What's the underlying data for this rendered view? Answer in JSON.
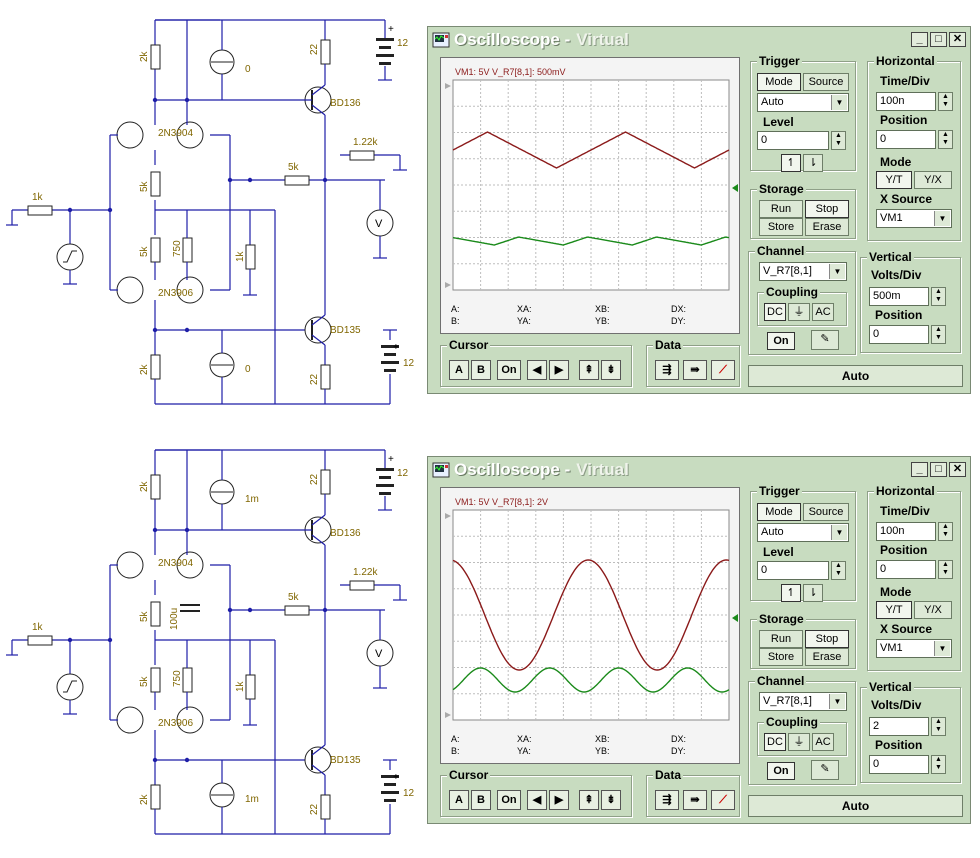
{
  "schematics": [
    {
      "labels": {
        "r_top_left": "2k",
        "isrc_top_val": "0",
        "r_top_collector": "22",
        "supply_top": "12",
        "q_top_npn": "BD136",
        "r_load": "1.22k",
        "r_input": "1k",
        "r_fb": "5k",
        "diff_npn": "2N3904",
        "r_mid_left": "5k",
        "r_low_left": "5k",
        "r_750": "750",
        "r_1k": "1k",
        "diff_pnp": "2N3906",
        "q_bot": "BD135",
        "r_bot_left": "2k",
        "isrc_bot_val": "0",
        "r_bot_collector": "22",
        "supply_bot": "12",
        "cap": ""
      }
    },
    {
      "labels": {
        "r_top_left": "2k",
        "isrc_top_val": "1m",
        "r_top_collector": "22",
        "supply_top": "12",
        "q_top_npn": "BD136",
        "r_load": "1.22k",
        "r_input": "1k",
        "r_fb": "5k",
        "diff_npn": "2N3904",
        "r_mid_left": "5k",
        "r_low_left": "5k",
        "r_750": "750",
        "r_1k": "1k",
        "diff_pnp": "2N3906",
        "q_bot": "BD135",
        "r_bot_left": "2k",
        "isrc_bot_val": "1m",
        "r_bot_collector": "22",
        "supply_bot": "12",
        "cap": "100u"
      }
    }
  ],
  "windows": [
    {
      "title": "Oscilloscope",
      "title_sep": "-",
      "subtitle": "Virtual",
      "header_text": "VM1: 5V   V_R7[8,1]: 500mV",
      "cursor_readouts": {
        "a": "A:",
        "b": "B:",
        "xa": "XA:",
        "ya": "YA:",
        "xb": "XB:",
        "yb": "YB:",
        "dx": "DX:",
        "dy": "DY:"
      },
      "trigger": {
        "label": "Trigger",
        "mode": "Mode",
        "source": "Source",
        "mode_value": "Auto",
        "level_label": "Level",
        "level_value": "0"
      },
      "horizontal": {
        "label": "Horizontal",
        "timediv_label": "Time/Div",
        "timediv_value": "100n",
        "position_label": "Position",
        "position_value": "0",
        "mode_label": "Mode",
        "yt": "Y/T",
        "yx": "Y/X",
        "xsource_label": "X Source",
        "xsource_value": "VM1"
      },
      "storage": {
        "label": "Storage",
        "run": "Run",
        "stop": "Stop",
        "store": "Store",
        "erase": "Erase"
      },
      "channel": {
        "label": "Channel",
        "value": "V_R7[8,1]",
        "coupling_label": "Coupling",
        "dc": "DC",
        "ac": "AC",
        "on": "On"
      },
      "vertical": {
        "label": "Vertical",
        "voltsdiv_label": "Volts/Div",
        "voltsdiv_value": "500m",
        "position_label": "Position",
        "position_value": "0"
      },
      "cursor": {
        "label": "Cursor",
        "a": "A",
        "b": "B",
        "on": "On"
      },
      "data": {
        "label": "Data"
      },
      "auto": "Auto",
      "colors": {
        "ch1": "#8b1a1a",
        "ch2": "#1a8a1a"
      }
    },
    {
      "title": "Oscilloscope",
      "title_sep": "-",
      "subtitle": "Virtual",
      "header_text": "VM1: 5V   V_R7[8,1]: 2V",
      "cursor_readouts": {
        "a": "A:",
        "b": "B:",
        "xa": "XA:",
        "ya": "YA:",
        "xb": "XB:",
        "yb": "YB:",
        "dx": "DX:",
        "dy": "DY:"
      },
      "trigger": {
        "label": "Trigger",
        "mode": "Mode",
        "source": "Source",
        "mode_value": "Auto",
        "level_label": "Level",
        "level_value": "0"
      },
      "horizontal": {
        "label": "Horizontal",
        "timediv_label": "Time/Div",
        "timediv_value": "100n",
        "position_label": "Position",
        "position_value": "0",
        "mode_label": "Mode",
        "yt": "Y/T",
        "yx": "Y/X",
        "xsource_label": "X Source",
        "xsource_value": "VM1"
      },
      "storage": {
        "label": "Storage",
        "run": "Run",
        "stop": "Stop",
        "store": "Store",
        "erase": "Erase"
      },
      "channel": {
        "label": "Channel",
        "value": "V_R7[8,1]",
        "coupling_label": "Coupling",
        "dc": "DC",
        "ac": "AC",
        "on": "On"
      },
      "vertical": {
        "label": "Vertical",
        "voltsdiv_label": "Volts/Div",
        "voltsdiv_value": "2",
        "position_label": "Position",
        "position_value": "0"
      },
      "cursor": {
        "label": "Cursor",
        "a": "A",
        "b": "B",
        "on": "On"
      },
      "data": {
        "label": "Data"
      },
      "auto": "Auto",
      "colors": {
        "ch1": "#8b1a1a",
        "ch2": "#1a8a1a"
      }
    }
  ]
}
